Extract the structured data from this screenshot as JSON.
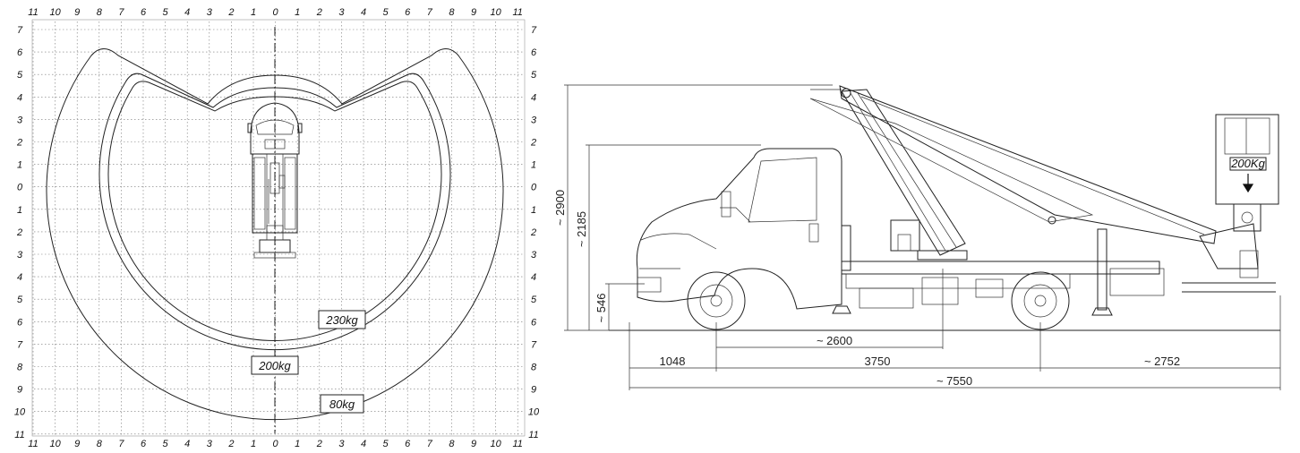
{
  "grid": {
    "top_labels": [
      "11",
      "10",
      "9",
      "8",
      "7",
      "6",
      "5",
      "4",
      "3",
      "2",
      "1",
      "0",
      "1",
      "2",
      "3",
      "4",
      "5",
      "6",
      "7",
      "8",
      "9",
      "10",
      "11"
    ],
    "bottom_labels": [
      "11",
      "10",
      "9",
      "8",
      "7",
      "6",
      "5",
      "4",
      "3",
      "2",
      "1",
      "0",
      "1",
      "2",
      "3",
      "4",
      "5",
      "6",
      "7",
      "8",
      "9",
      "10",
      "11"
    ],
    "side_labels": [
      "7",
      "6",
      "5",
      "4",
      "3",
      "2",
      "1",
      "0",
      "1",
      "2",
      "3",
      "4",
      "5",
      "6",
      "7",
      "8",
      "9",
      "10",
      "11"
    ]
  },
  "load_labels": {
    "inner": "230kg",
    "middle": "200kg",
    "outer": "80kg"
  },
  "basket_label": "200Kg",
  "dimensions": {
    "height_total": "~ 2900",
    "height_cab": "~ 2185",
    "height_chassis": "~ 546",
    "front_overhang": "1048",
    "wheelbase": "3750",
    "rear_overhang": "~ 2752",
    "turret_offset": "~ 2600",
    "total_length": "~ 7550"
  }
}
